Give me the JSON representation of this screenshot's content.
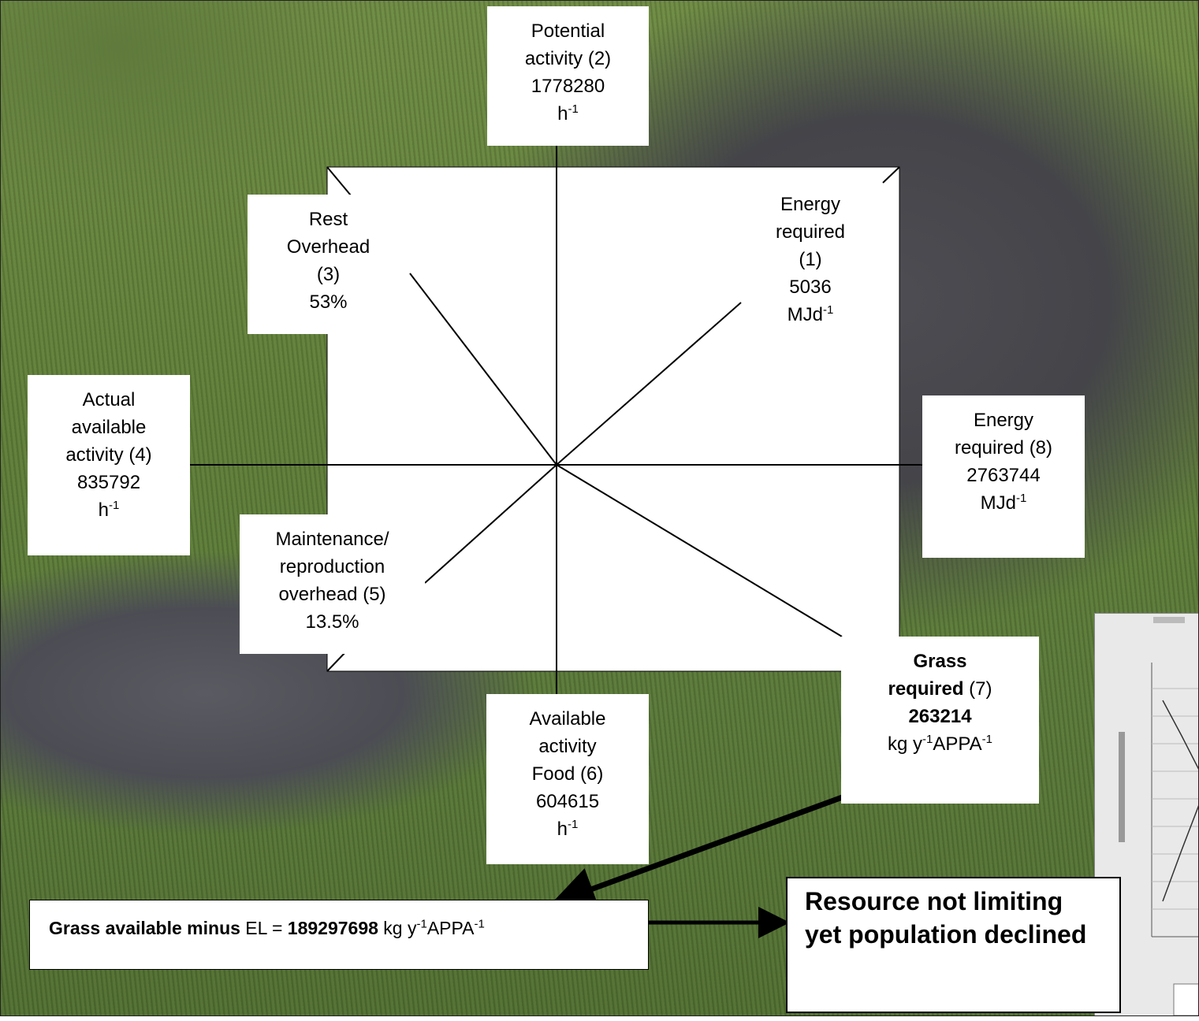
{
  "colors": {
    "box_bg": "#ffffff",
    "line": "#000000",
    "photo_grass": "#5f7d3a",
    "photo_animal": "#46464b"
  },
  "background": {
    "description_icon": "wildebeest-photo-background"
  },
  "nodes": {
    "potential_activity": {
      "line1": "Potential",
      "line2": "activity (2)",
      "value": "1778280",
      "unit": "h",
      "unit_exp": "-1"
    },
    "rest_overhead": {
      "line1": "Rest",
      "line2": "Overhead",
      "line3": "(3)",
      "value": "53%"
    },
    "energy_required_1": {
      "line1": "Energy",
      "line2": "required",
      "line3": "(1)",
      "value": "5036",
      "unit": "MJd",
      "unit_exp": "-1"
    },
    "actual_available_activity": {
      "line1": "Actual",
      "line2": "available",
      "line3": "activity (4)",
      "value": "835792",
      "unit": "h",
      "unit_exp": "-1"
    },
    "energy_required_8": {
      "line1": "Energy",
      "line2": "required (8)",
      "value": "2763744",
      "unit": "MJd",
      "unit_exp": "-1"
    },
    "maintenance_overhead": {
      "line1": "Maintenance/",
      "line2": "reproduction",
      "line3": "overhead (5)",
      "value": "13.5%"
    },
    "available_activity_food": {
      "line1": "Available",
      "line2": "activity",
      "line3": "Food (6)",
      "value": "604615",
      "unit": "h",
      "unit_exp": "-1"
    },
    "grass_required": {
      "line1": "Grass",
      "line2_bold": "required",
      "line2_rest": " (7)",
      "value": "263214",
      "unit_a": "kg y",
      "exp_a": "-1",
      "unit_b": "APPA",
      "exp_b": "-1"
    }
  },
  "grass_available": {
    "bold_a": "Grass available minus",
    "text_a": " EL = ",
    "value": "189297698",
    "unit_a": " kg y",
    "exp_a": "-1",
    "unit_b": "APPA",
    "exp_b": "-1"
  },
  "result": {
    "text": "Resource not limiting yet population declined"
  }
}
